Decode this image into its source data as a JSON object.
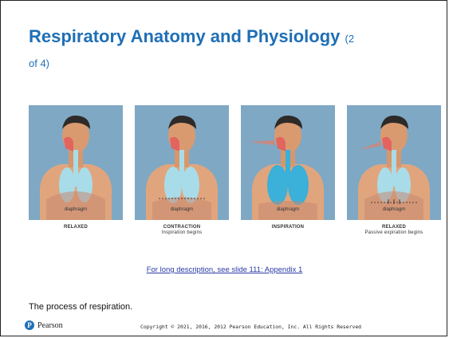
{
  "slide": {
    "title": "Respiratory Anatomy and Physiology",
    "title_suffix": "(2 of 4)",
    "link_text": "For long description, see slide 111: Appendix 1",
    "caption": "The process of respiration.",
    "copyright": "Copyright © 2021, 2016, 2012 Pearson Education, Inc. All Rights Reserved"
  },
  "panels": [
    {
      "label": "RELAXED",
      "sublabel": "",
      "organ_label": "diaphragm"
    },
    {
      "label": "CONTRACTION",
      "sublabel": "Inspiration begins",
      "organ_label": "diaphragm"
    },
    {
      "label": "INSPIRATION",
      "sublabel": "",
      "organ_label": "diaphragm"
    },
    {
      "label": "RELAXED",
      "sublabel": "Passive expiration begins",
      "organ_label": "diaphragm"
    }
  ],
  "logo": {
    "mark": "P",
    "text": "Pearson"
  },
  "colors": {
    "title": "#1f6fb5",
    "link": "#2a3aa8",
    "lung": "#9fd6e8",
    "lung_inflated": "#3bb0d8",
    "background": "#7fa8c4",
    "skin": "#e0a57d"
  }
}
